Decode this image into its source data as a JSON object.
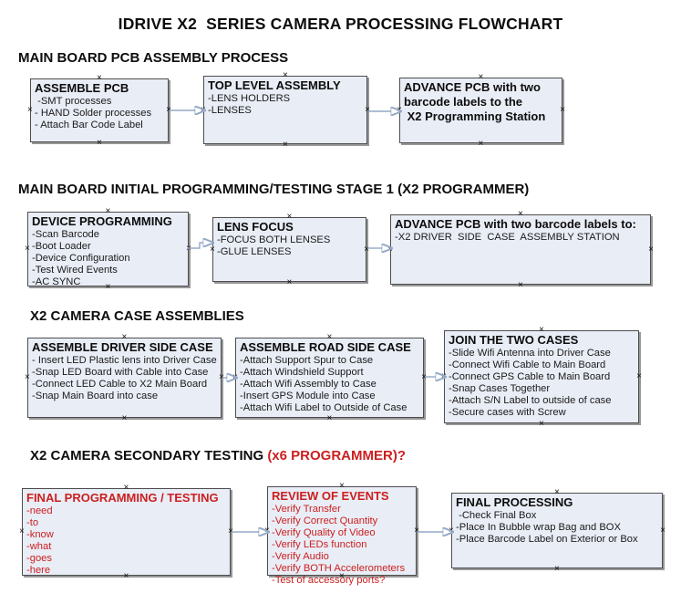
{
  "title": "IDRIVE X2  SERIES CAMERA PROCESSING FLOWCHART",
  "colors": {
    "accent_red": "#cc1f1f",
    "box_fill": "#e9edf6",
    "box_border": "#4d4d4d",
    "connector_line": "#93a9c6",
    "arrowhead": "#3d5d9a"
  },
  "icons": {
    "anchor_glyph": "×"
  },
  "sections": [
    {
      "heading": "MAIN BOARD PCB ASSEMBLY PROCESS"
    },
    {
      "heading": "MAIN BOARD INITIAL PROGRAMMING/TESTING STAGE 1 (X2 PROGRAMMER)"
    },
    {
      "heading": "X2 CAMERA CASE ASSEMBLIES"
    },
    {
      "heading": "X2 CAMERA SECONDARY TESTING ",
      "heading_suffix": "(x6 PROGRAMMER)?"
    }
  ],
  "boxes": [
    {
      "title": "ASSEMBLE PCB",
      "items": [
        " -SMT processes",
        "- HAND Solder processes",
        "- Attach Bar Code Label"
      ]
    },
    {
      "title": "TOP LEVEL ASSEMBLY",
      "items": [
        "-LENS HOLDERS",
        "-LENSES"
      ]
    },
    {
      "title_lines": [
        "ADVANCE PCB with two",
        "barcode labels to the",
        " X2 Programming Station"
      ],
      "items": []
    },
    {
      "title": "DEVICE PROGRAMMING",
      "items": [
        "-Scan Barcode",
        "-Boot Loader",
        "-Device Configuration",
        "-Test Wired Events",
        "-AC SYNC"
      ]
    },
    {
      "title": "LENS FOCUS",
      "items": [
        "-FOCUS BOTH LENSES",
        "-GLUE LENSES"
      ]
    },
    {
      "title": "ADVANCE PCB with two barcode labels to:",
      "items": [
        "-X2 DRIVER  SIDE  CASE  ASSEMBLY STATION"
      ]
    },
    {
      "title": "ASSEMBLE DRIVER SIDE CASE",
      "items": [
        "- Insert LED Plastic lens into Driver Case",
        "-Snap LED Board with Cable into Case",
        "-Connect LED Cable to X2 Main Board",
        "-Snap Main Board into case"
      ]
    },
    {
      "title": "ASSEMBLE ROAD SIDE CASE",
      "items": [
        "-Attach Support Spur to Case",
        "-Attach Windshield Support",
        "-Attach Wifi Assembly to Case",
        "-Insert GPS Module into Case",
        "-Attach Wifi Label to Outside of Case"
      ]
    },
    {
      "title": "JOIN THE TWO CASES",
      "items": [
        "-Slide Wifi Antenna into Driver Case",
        "-Connect Wifi Cable to Main Board",
        "-Connect GPS Cable to Main Board",
        "-Snap Cases Together",
        "-Attach S/N Label to outside of case",
        "-Secure cases with Screw"
      ]
    },
    {
      "title": "FINAL PROGRAMMING / TESTING",
      "items": [
        "-need",
        "-to",
        "-know",
        "-what",
        "-goes",
        "-here"
      ]
    },
    {
      "title": "REVIEW OF EVENTS",
      "items": [
        "-Verify Transfer",
        "-Verify Correct Quantity",
        "-Verify Quality of Video",
        "-Verify LEDs function",
        "-Verify Audio",
        "-Verify BOTH Accelerometers",
        "-Test of accessory ports?"
      ]
    },
    {
      "title": "FINAL PROCESSING",
      "items": [
        " -Check Final Box",
        "-Place In Bubble wrap Bag and BOX",
        "-Place Barcode Label on Exterior or Box"
      ]
    }
  ]
}
